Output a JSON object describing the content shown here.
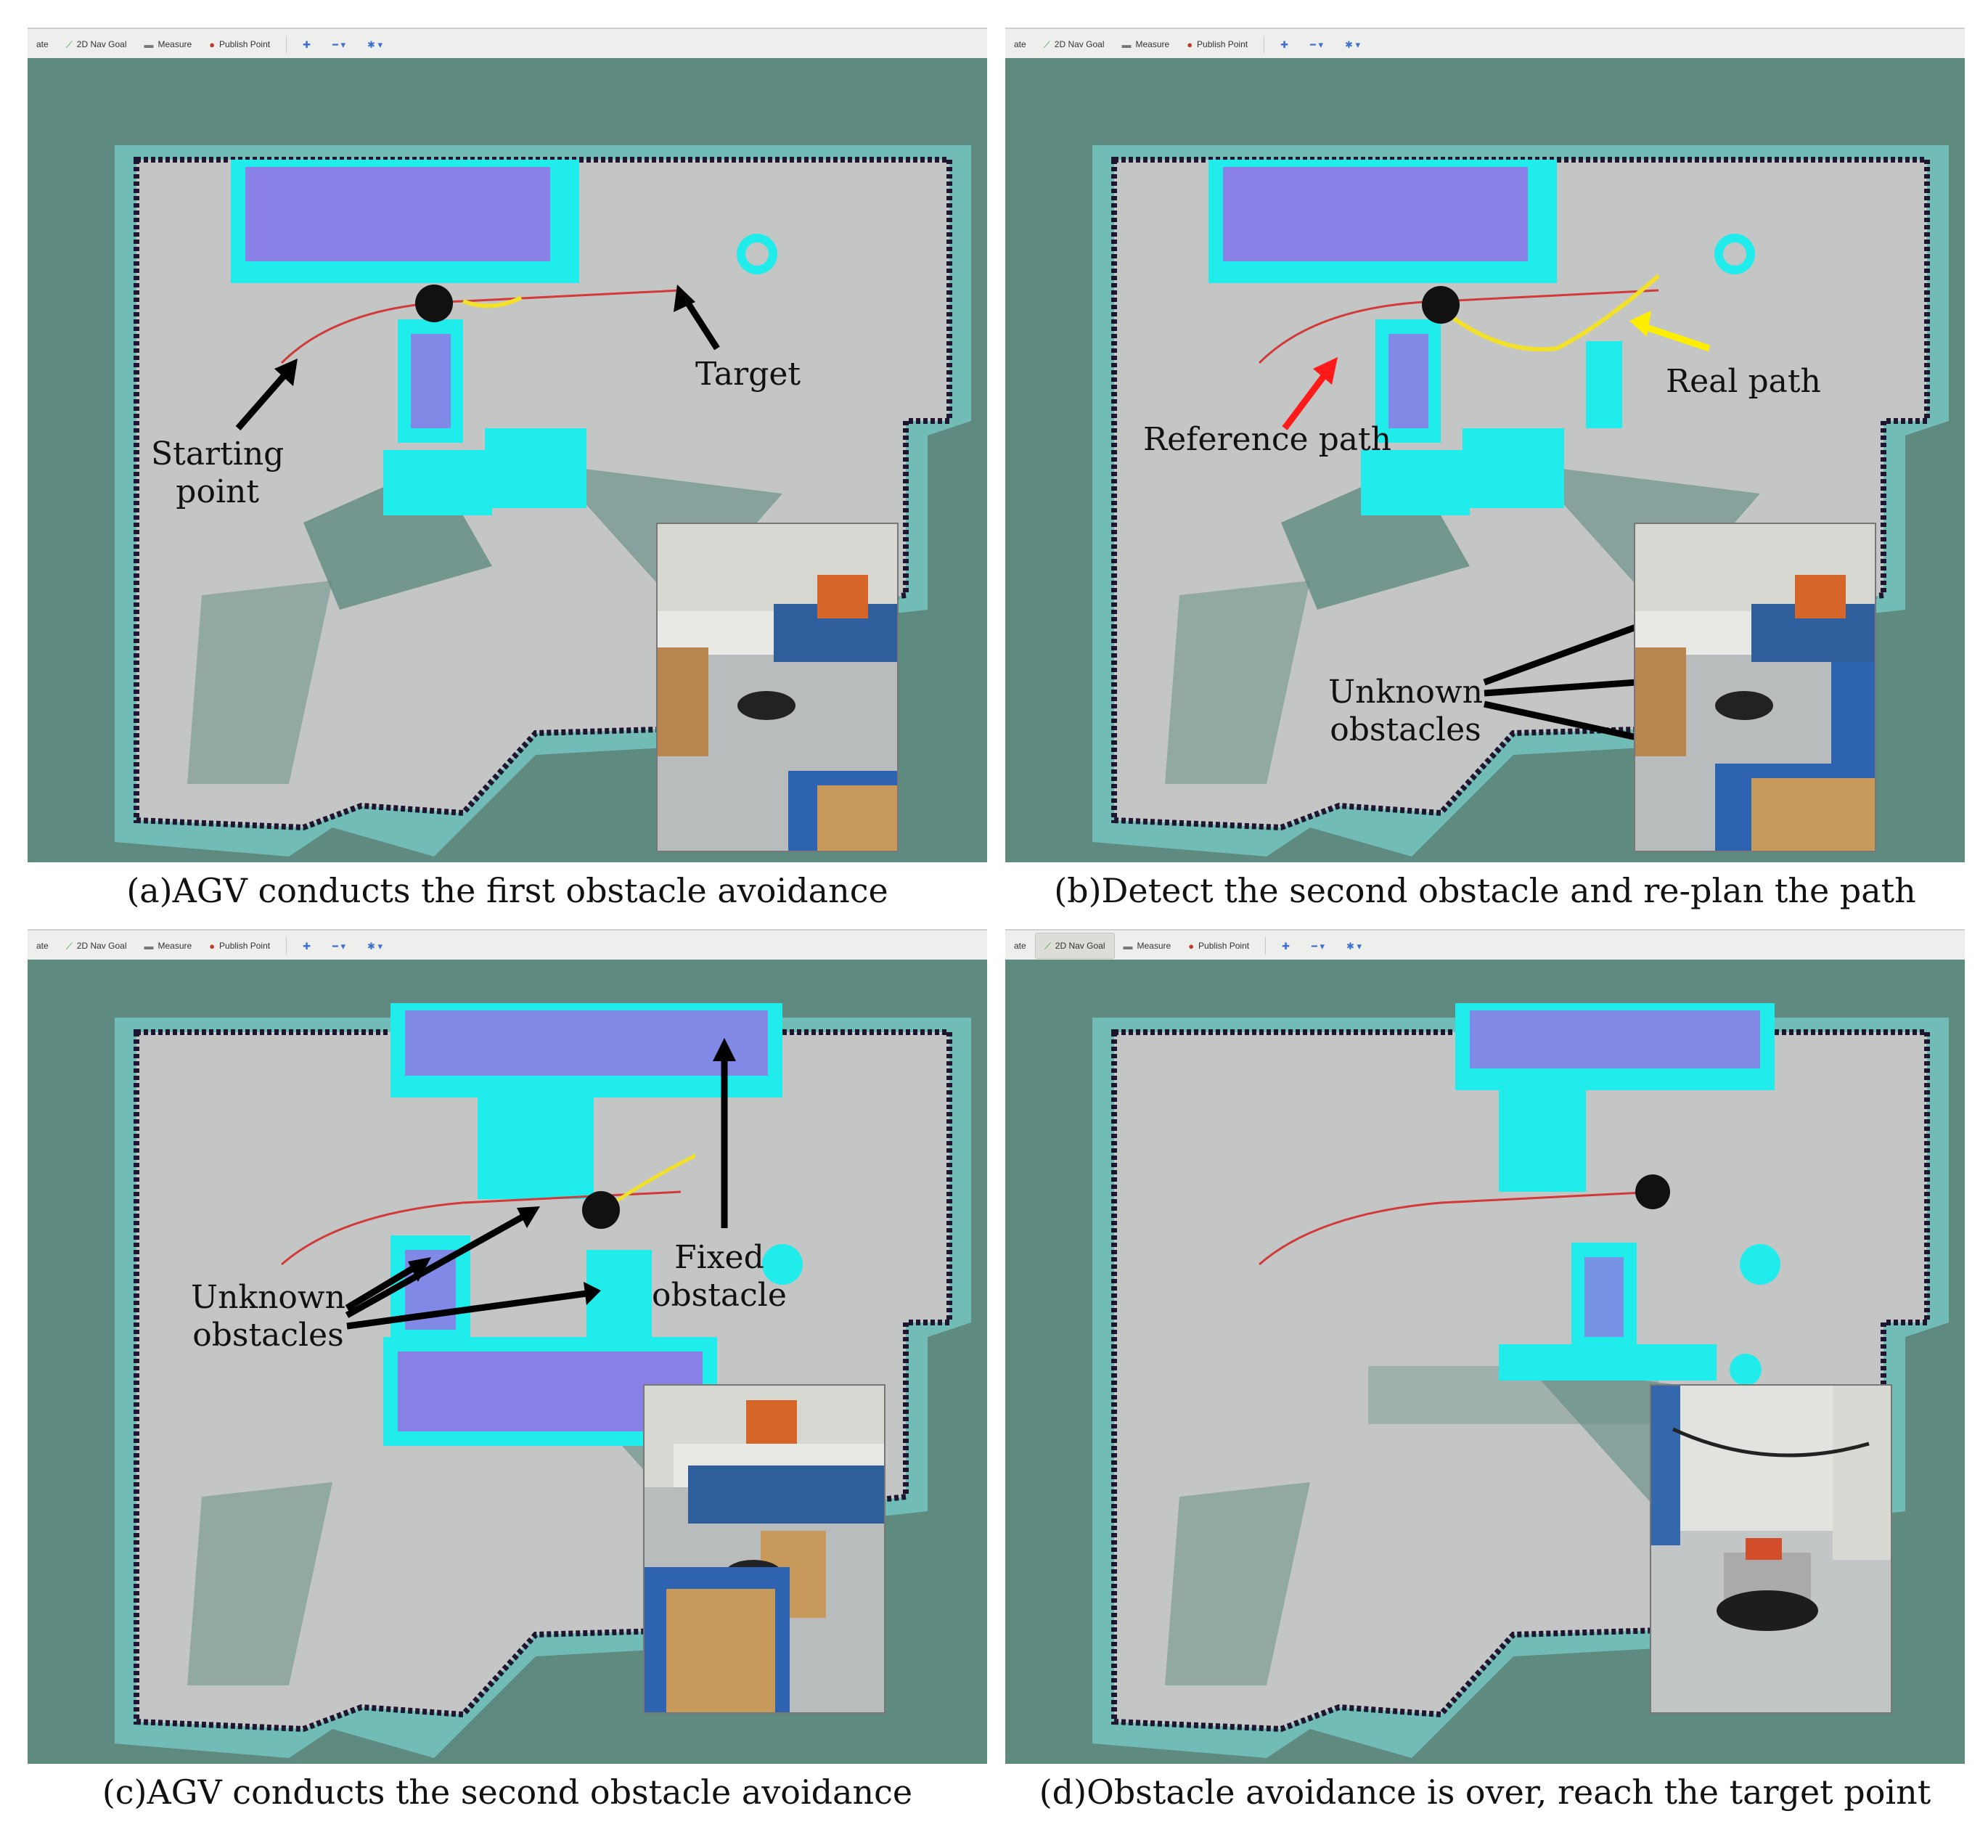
{
  "toolbar": {
    "items": [
      {
        "label": "ate",
        "icon": "interact-icon"
      },
      {
        "label": "2D Nav Goal",
        "icon": "nav-goal-icon"
      },
      {
        "label": "Measure",
        "icon": "measure-icon"
      },
      {
        "label": "Publish Point",
        "icon": "publish-point-icon"
      }
    ],
    "extra_icons": [
      "plus-icon",
      "minus-icon",
      "camera-icon"
    ]
  },
  "panels": {
    "a": {
      "caption": "(a)AGV conducts the first obstacle avoidance",
      "labels": {
        "starting_point": "Starting\npoint",
        "target": "Target"
      }
    },
    "b": {
      "caption": "(b)Detect the second obstacle and re-plan the path",
      "labels": {
        "reference_path": "Reference path",
        "real_path": "Real path",
        "unknown_obstacles": "Unknown\nobstacles"
      }
    },
    "c": {
      "caption": "(c)AGV conducts the second obstacle avoidance",
      "labels": {
        "unknown_obstacles": "Unknown\nobstacles",
        "fixed_obstacle": "Fixed\nobstacle"
      }
    },
    "d": {
      "caption": "(d)Obstacle avoidance is over, reach the target point"
    }
  },
  "colors": {
    "map_background": "#5f8a80",
    "free_space": "#c4c6c5",
    "inflation": "#7fe6e3",
    "cyan_obstacle": "#20ecec",
    "magenta_obstacle": "#e028e0",
    "wall": "#1e1630",
    "reference_path": "#d23a3a",
    "real_path": "#f2e02a",
    "robot": "#111111",
    "arrow_black": "#000000",
    "arrow_red": "#ff1a1a",
    "arrow_yellow": "#ffee00"
  }
}
